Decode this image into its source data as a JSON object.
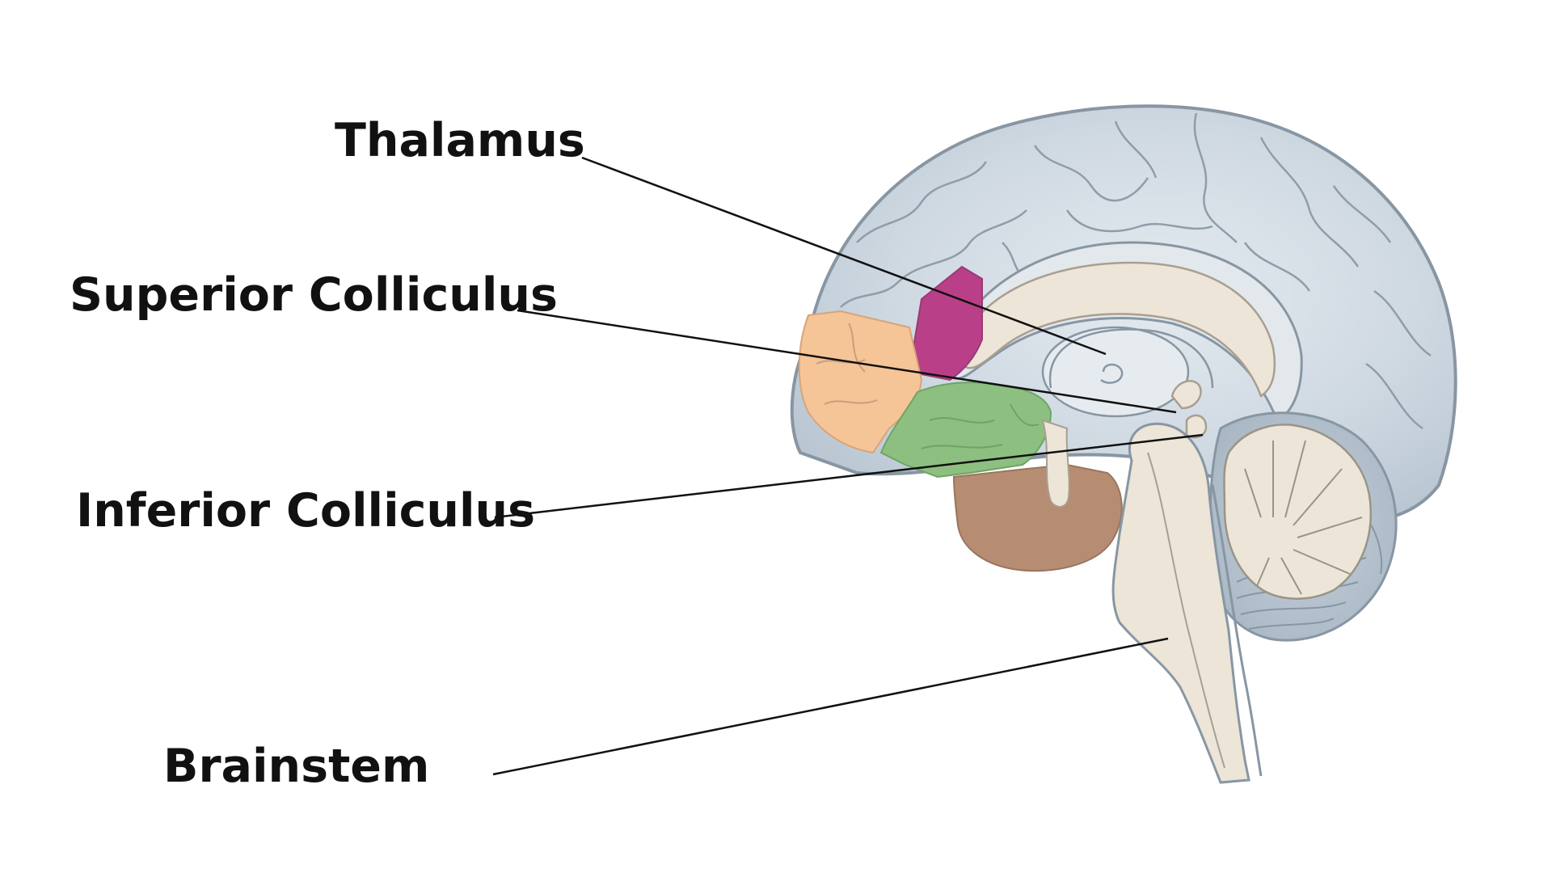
{
  "labels": {
    "thalamus": "Thalamus",
    "superior_colliculus": "Superior Colliculus",
    "inferior_colliculus": "Inferior Colliculus",
    "brainstem": "Brainstem"
  },
  "colors": {
    "cortex": "#cdd7e0",
    "outline": "#8896a3",
    "inner_tissue": "#ece5d8",
    "magenta_region": "#b94088",
    "orange_region": "#f5c497",
    "green_region": "#8cbf80",
    "brown_region": "#b68c72",
    "leader_line": "#111111"
  }
}
